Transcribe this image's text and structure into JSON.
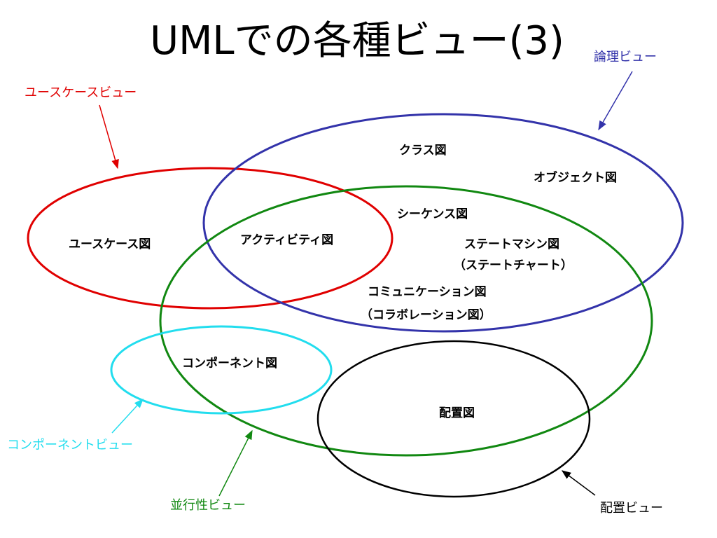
{
  "title": "UMLでの各種ビュー(3)",
  "colors": {
    "usecase_view": "#e00000",
    "logical_view": "#3333aa",
    "concurrency_view": "#118811",
    "component_view": "#22ddee",
    "deployment_view": "#000000"
  },
  "views": {
    "usecase": "ユースケースビュー",
    "logical": "論理ビュー",
    "component": "コンポーネントビュー",
    "concurrency": "並行性ビュー",
    "deployment": "配置ビュー"
  },
  "diagrams": {
    "class": "クラス図",
    "object": "オブジェクト図",
    "sequence": "シーケンス図",
    "statemachine": "ステートマシン図",
    "statechart": "（ステートチャート）",
    "usecase": "ユースケース図",
    "activity": "アクティビティ図",
    "communication": "コミュニケーション図",
    "collaboration": "（コラボレーション図）",
    "component": "コンポーネント図",
    "deployment": "配置図"
  }
}
